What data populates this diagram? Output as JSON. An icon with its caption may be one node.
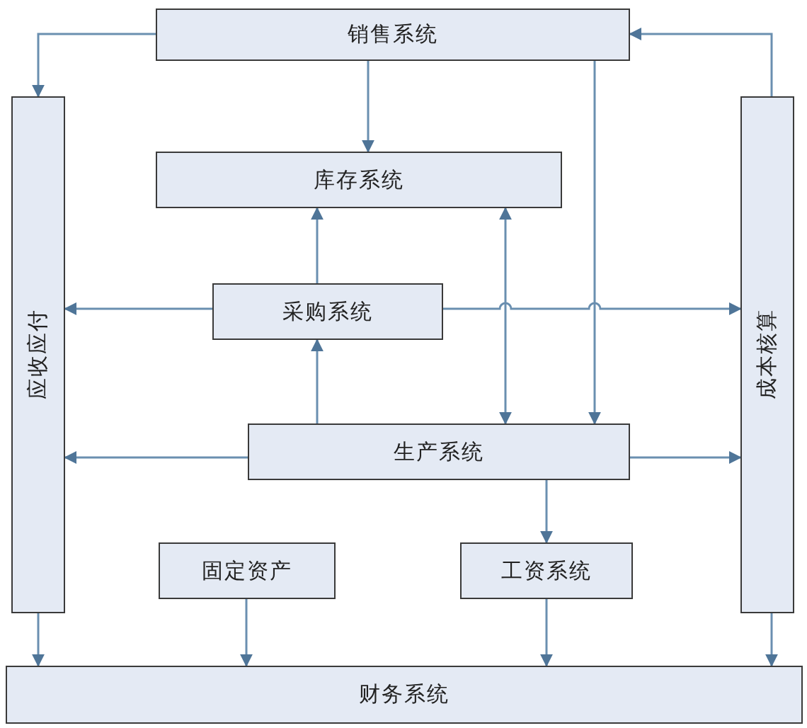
{
  "diagram": {
    "nodes": [
      {
        "text": [
          "销售系统"
        ]
      },
      {
        "text": [
          "应收应付"
        ]
      },
      {
        "text": [
          "成本核算"
        ]
      },
      {
        "text": [
          "库存系统"
        ]
      },
      {
        "text": [
          "采购系统"
        ]
      },
      {
        "text": [
          "生产系统"
        ]
      },
      {
        "text": [
          "固定资产"
        ]
      },
      {
        "text": [
          "工资系统"
        ]
      },
      {
        "text": [
          "财务系统"
        ]
      }
    ],
    "edges": [
      {
        "from": 0,
        "to": 1,
        "arrow": "to"
      },
      {
        "from": 2,
        "to": 0,
        "arrow": "to"
      },
      {
        "from": 0,
        "to": 3,
        "arrow": "to"
      },
      {
        "from": 0,
        "to": 5,
        "arrow": "to"
      },
      {
        "from": 4,
        "to": 3,
        "arrow": "to"
      },
      {
        "from": 3,
        "to": 5,
        "arrow": "both"
      },
      {
        "from": 4,
        "to": 1,
        "arrow": "to"
      },
      {
        "from": 4,
        "to": 2,
        "arrow": "to"
      },
      {
        "from": 5,
        "to": 4,
        "arrow": "to"
      },
      {
        "from": 5,
        "to": 1,
        "arrow": "to"
      },
      {
        "from": 5,
        "to": 2,
        "arrow": "to"
      },
      {
        "from": 5,
        "to": 7,
        "arrow": "to"
      },
      {
        "from": 1,
        "to": 8,
        "arrow": "to"
      },
      {
        "from": 6,
        "to": 8,
        "arrow": "to"
      },
      {
        "from": 7,
        "to": 8,
        "arrow": "to"
      },
      {
        "from": 2,
        "to": 8,
        "arrow": "to"
      }
    ]
  }
}
